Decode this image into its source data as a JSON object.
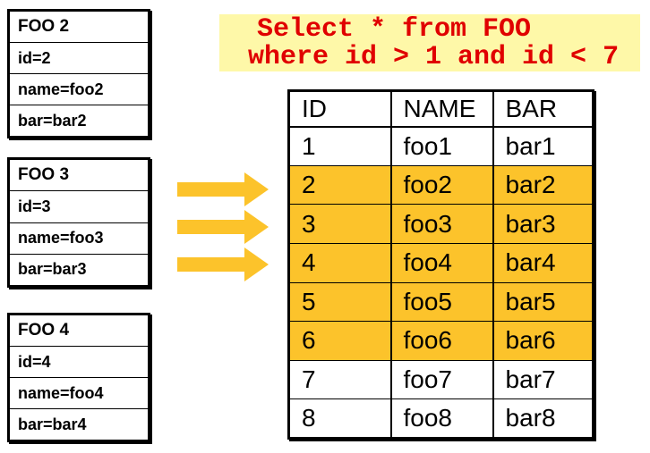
{
  "sql_callout": {
    "line1": "Select * from FOO",
    "line2": "where id > 1 and id < 7",
    "bg_color": "#FEF8A8",
    "text_color": "#E00000"
  },
  "entity_boxes": [
    {
      "title": "FOO 2",
      "fields": [
        "id=2",
        "name=foo2",
        "bar=bar2"
      ]
    },
    {
      "title": "FOO 3",
      "fields": [
        "id=3",
        "name=foo3",
        "bar=bar3"
      ]
    },
    {
      "title": "FOO 4",
      "fields": [
        "id=4",
        "name=foo4",
        "bar=bar4"
      ]
    }
  ],
  "arrows": {
    "icon": "arrow-right-icon",
    "count": 3,
    "color": "#FCC32B"
  },
  "result_table": {
    "headers": [
      "ID",
      "NAME",
      "BAR"
    ],
    "highlight_color": "#FCC32B",
    "rows": [
      {
        "id": "1",
        "name": "foo1",
        "bar": "bar1",
        "highlighted": false
      },
      {
        "id": "2",
        "name": "foo2",
        "bar": "bar2",
        "highlighted": true
      },
      {
        "id": "3",
        "name": "foo3",
        "bar": "bar3",
        "highlighted": true
      },
      {
        "id": "4",
        "name": "foo4",
        "bar": "bar4",
        "highlighted": true
      },
      {
        "id": "5",
        "name": "foo5",
        "bar": "bar5",
        "highlighted": true
      },
      {
        "id": "6",
        "name": "foo6",
        "bar": "bar6",
        "highlighted": true
      },
      {
        "id": "7",
        "name": "foo7",
        "bar": "bar7",
        "highlighted": false
      },
      {
        "id": "8",
        "name": "foo8",
        "bar": "bar8",
        "highlighted": false
      }
    ]
  }
}
